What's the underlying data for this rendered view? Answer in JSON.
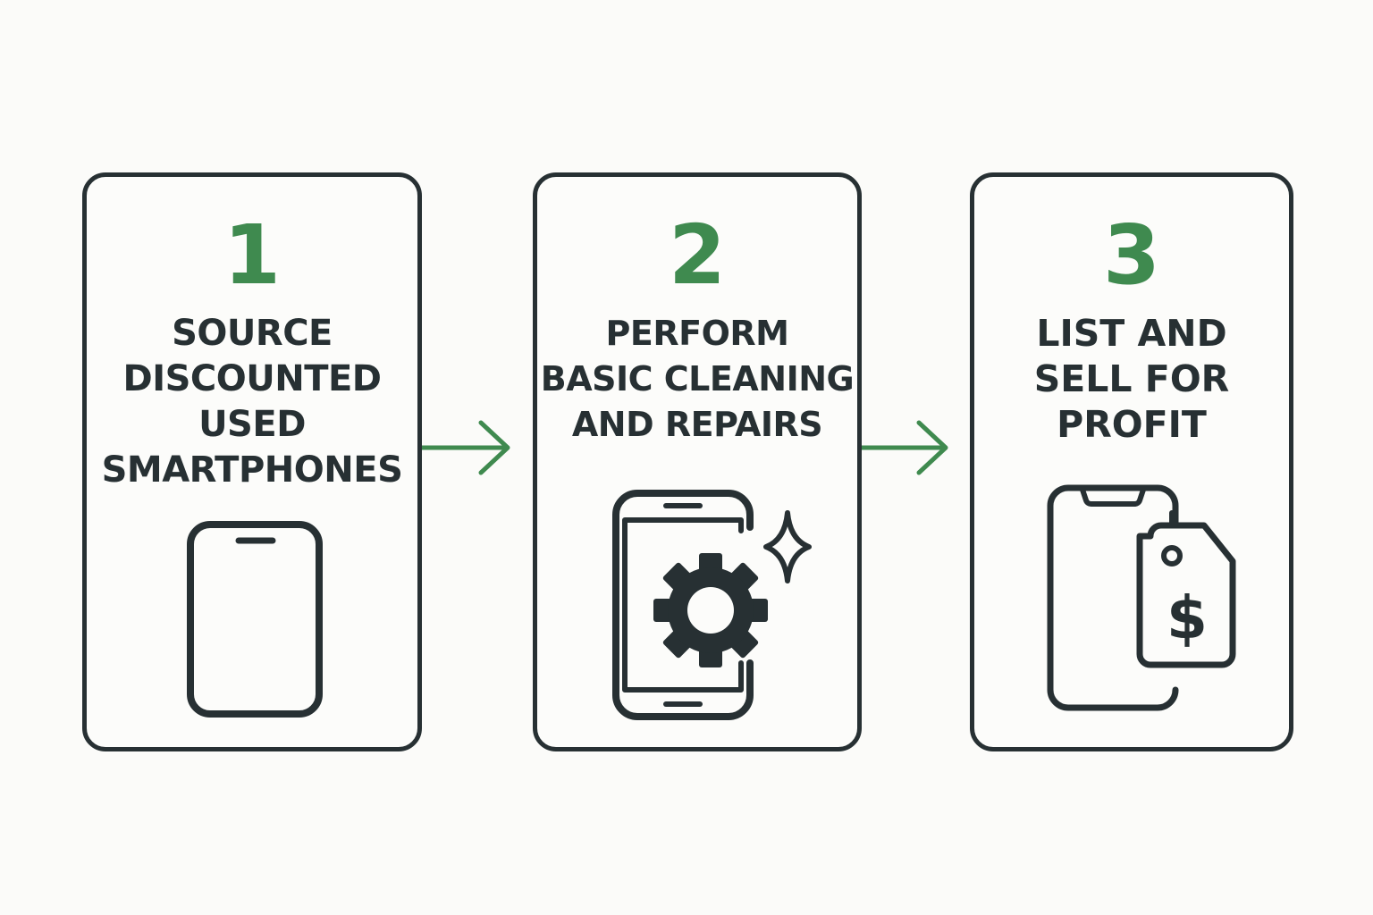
{
  "accent_color": "#3f8a4f",
  "ink_color": "#273033",
  "steps": [
    {
      "number": "1",
      "title": "SOURCE\nDISCOUNTED\nUSED\nSMARTPHONES",
      "icon": "smartphone-icon"
    },
    {
      "number": "2",
      "title": "PERFORM\nBASIC CLEANING\nAND REPAIRS",
      "icon": "phone-gear-sparkle-icon"
    },
    {
      "number": "3",
      "title": "LIST AND\nSELL FOR\nPROFIT",
      "icon": "phone-price-tag-icon"
    }
  ],
  "connectors": [
    {
      "from": "1",
      "to": "2",
      "icon": "arrow-right-icon"
    },
    {
      "from": "2",
      "to": "3",
      "icon": "arrow-right-icon"
    }
  ]
}
